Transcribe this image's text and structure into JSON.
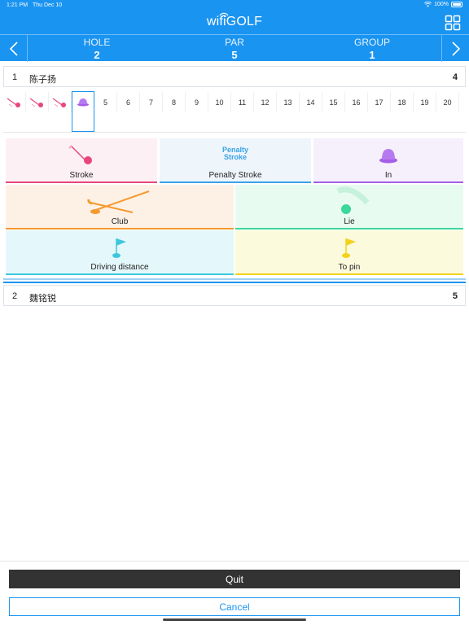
{
  "status_bar": {
    "time": "1:21 PM",
    "date": "Thu Dec 10",
    "battery": "100%"
  },
  "app": {
    "title": "wifiGOLF"
  },
  "nav": {
    "hole_label": "HOLE",
    "hole_value": "2",
    "par_label": "PAR",
    "par_value": "5",
    "group_label": "GROUP",
    "group_value": "1"
  },
  "players": [
    {
      "number": "1",
      "name": "陈子扬",
      "score": "4"
    },
    {
      "number": "2",
      "name": "魏铭锐",
      "score": "5"
    }
  ],
  "holes": [
    "5",
    "6",
    "7",
    "8",
    "9",
    "10",
    "11",
    "12",
    "13",
    "14",
    "15",
    "16",
    "17",
    "18",
    "19",
    "20"
  ],
  "options": {
    "stroke": "Stroke",
    "penalty_stroke": "Penalty Stroke",
    "penalty_icon_line1": "Penalty",
    "penalty_icon_line2": "Stroke",
    "in": "In",
    "club": "Club",
    "lie": "Lie",
    "driving_distance": "Driving distance",
    "to_pin": "To pin"
  },
  "buttons": {
    "quit": "Quit",
    "cancel": "Cancel"
  },
  "colors": {
    "brand": "#1a94f1",
    "stroke": "#e8467c",
    "in": "#a55ee6",
    "club": "#f59a2e",
    "lie": "#3cd79a",
    "driving": "#3ec7dc",
    "to_pin": "#f2d21b"
  }
}
